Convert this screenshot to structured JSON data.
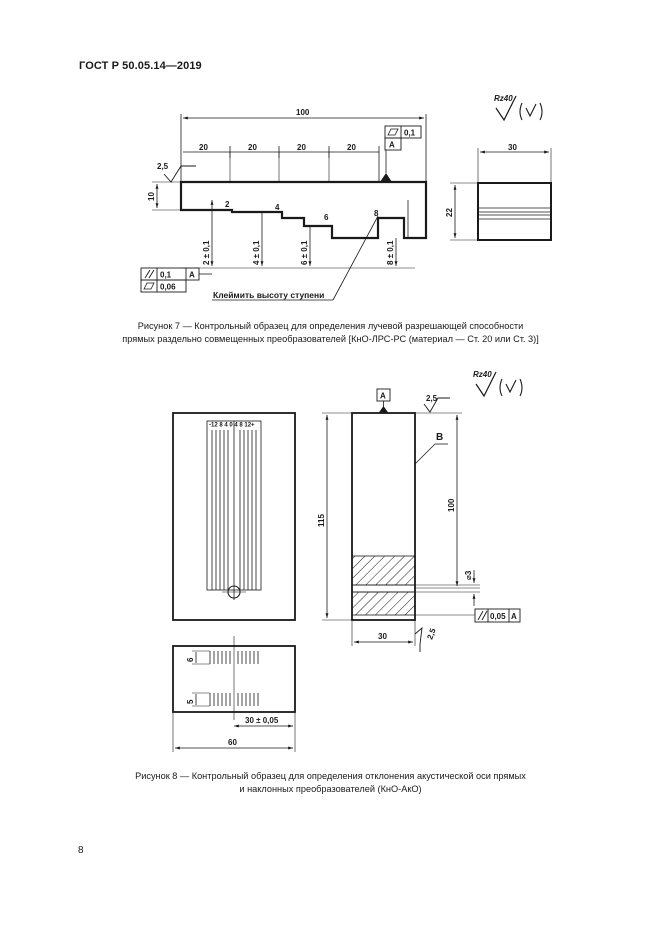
{
  "header": {
    "standard": "ГОСТ Р 50.05.14—2019"
  },
  "figure7": {
    "dims": {
      "total_length": "100",
      "segment_1": "20",
      "segment_2": "20",
      "segment_3": "20",
      "segment_4": "20",
      "height_left": "10",
      "roughness_left": "2,5",
      "step_1": "2",
      "step_2": "4",
      "step_3": "6",
      "step_4": "8",
      "depth_1": "2 ± 0,1",
      "depth_2": "4 ± 0,1",
      "depth_3": "6 ± 0,1",
      "depth_4": "8 ± 0,1",
      "side_width": "30",
      "side_height": "22"
    },
    "tolerance_top": {
      "value": "0,1",
      "datum": "A"
    },
    "tolerance_bottom": {
      "parallel_value": "0,1",
      "parallel_datum": "A",
      "flat_value": "0,06"
    },
    "roughness_general": "Rz40",
    "leader_note": "Клеймить высоту ступени",
    "caption_line1": "Рисунок 7 — Контрольный образец для определения лучевой разрешающей способности",
    "caption_line2": "прямых раздельно совмещенных преобразователей [КнО-ЛРС-РС (материал — Ст. 20 или Ст. 3)]"
  },
  "figure8": {
    "scale_labels": "-12 8 4 0 4 8 12+",
    "datum_label": "A",
    "roughness_top": "2,5",
    "roughness_general": "Rz40",
    "surface_label": "B",
    "dims": {
      "height_total": "115",
      "height_to_hole": "100",
      "hole_diameter": "⌀3",
      "side_width": "30",
      "roughness_bottom": "2,5",
      "slot_top": "6",
      "slot_bottom": "5",
      "offset": "30 ± 0,05",
      "total_width": "60"
    },
    "tolerance": {
      "value": "0,05",
      "datum": "A"
    },
    "caption_line1": "Рисунок 8 — Контрольный образец для определения отклонения акустической оси прямых",
    "caption_line2": "и наклонных преобразователей (КнО-АкО)"
  },
  "page": {
    "number": "8"
  }
}
